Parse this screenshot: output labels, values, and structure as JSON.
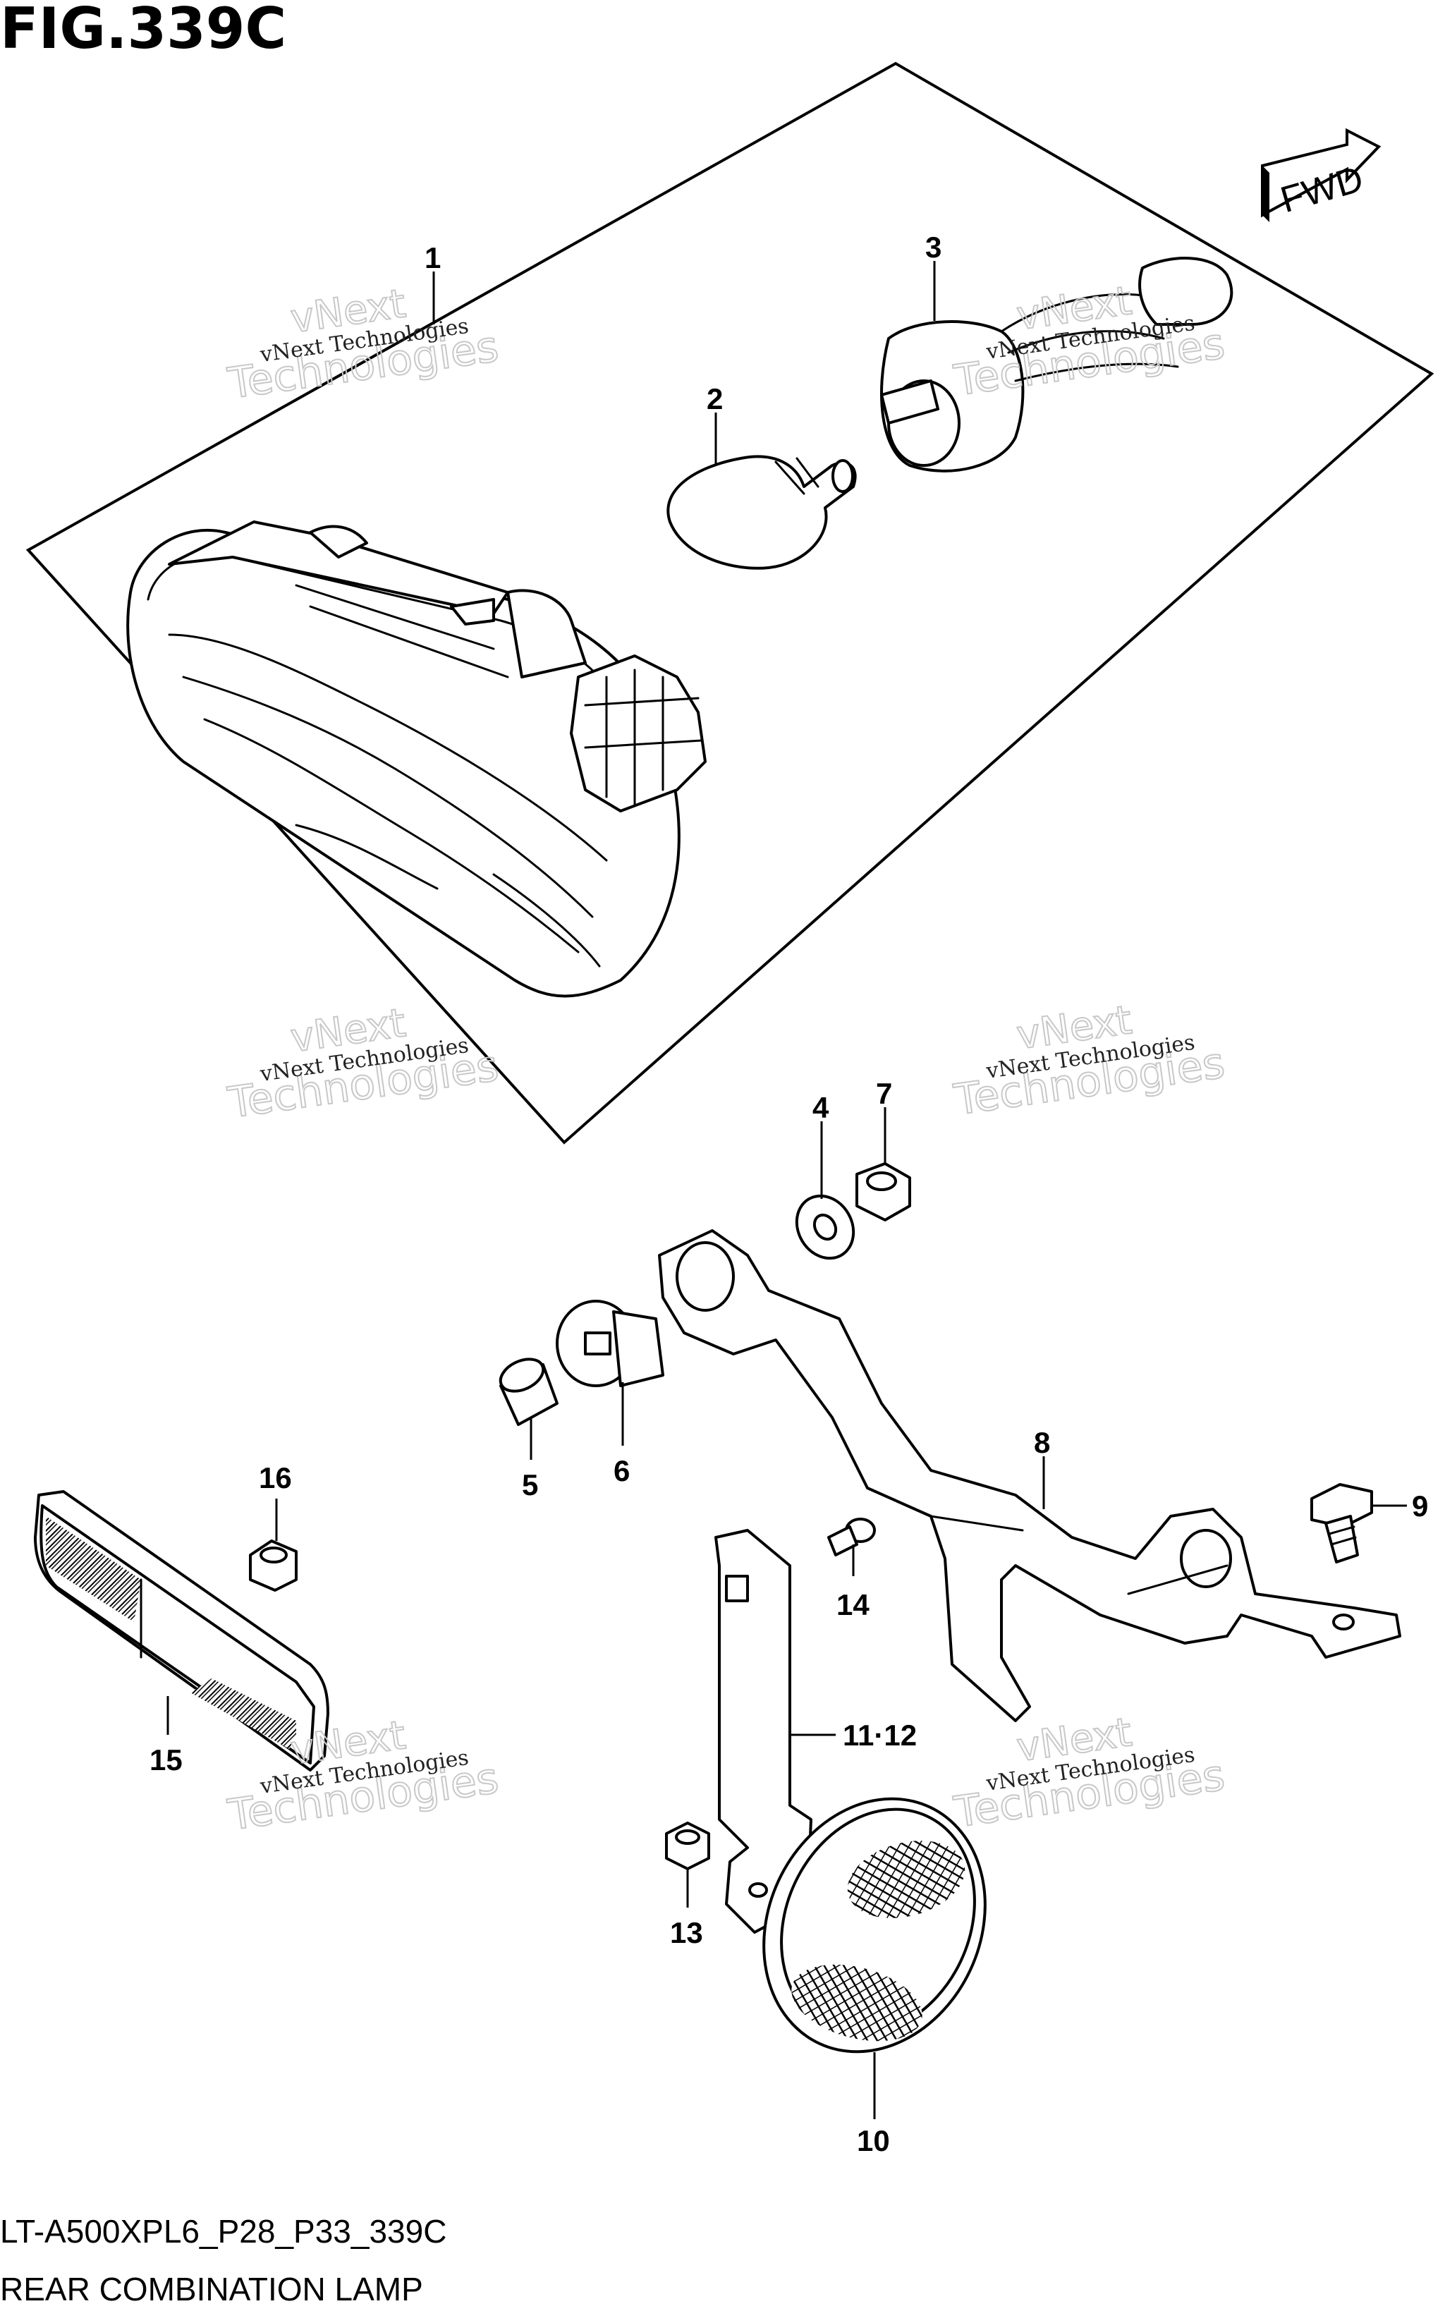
{
  "figure": {
    "title": "FIG.339C",
    "model_code": "LT-A500XPL6_P28_P33_339C",
    "caption": "REAR COMBINATION LAMP"
  },
  "direction_marker": {
    "label": "FWD"
  },
  "watermark": {
    "small_text": "vNext Technologies",
    "big_line1": "vNext",
    "big_line2": "Technologies"
  },
  "callouts": {
    "c1": "1",
    "c2": "2",
    "c3": "3",
    "c4": "4",
    "c5": "5",
    "c6": "6",
    "c7": "7",
    "c8": "8",
    "c9": "9",
    "c10": "10",
    "c11_12": "11·12",
    "c13": "13",
    "c14": "14",
    "c15": "15",
    "c16": "16"
  },
  "icons": {
    "fwd_arrow": "fwd-arrow-icon"
  }
}
